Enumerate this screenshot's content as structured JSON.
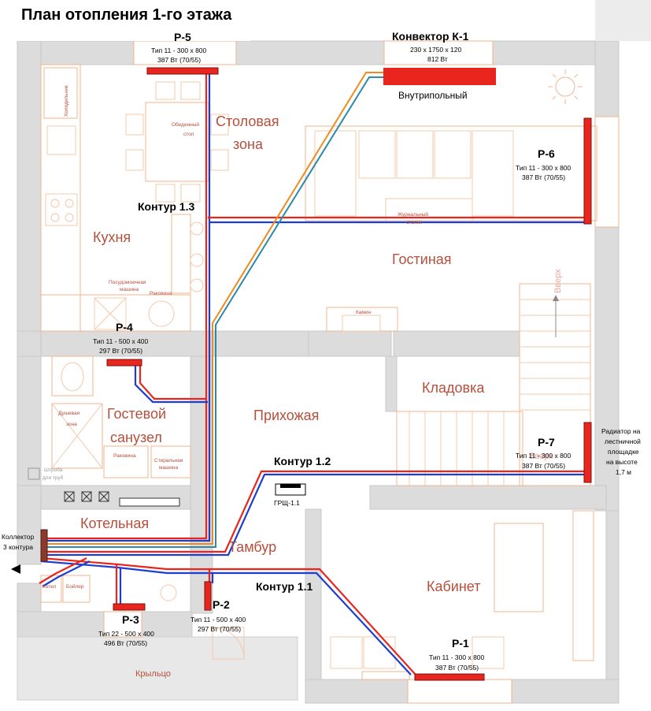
{
  "title": "План отопления 1-го этажа",
  "rooms": {
    "stolovaya": "Столовая",
    "stolovaya2": "зона",
    "kuhnya": "Кухня",
    "gostinaya": "Гостиная",
    "kladovka": "Кладовка",
    "prihozhaya": "Прихожая",
    "gostevoy": "Гостевой",
    "sanuzel": "санузел",
    "kotelnaya": "Котельная",
    "tambur": "Тамбур",
    "kabinet": "Кабинет",
    "kryltso": "Крыльцо"
  },
  "furniture": {
    "holodilnik": "Холодильник",
    "obedenny1": "Обеденный",
    "obedenny2": "стол",
    "posud1": "Посудомоечная",
    "posud2": "машина",
    "rakovina": "Раковина",
    "zhurnal1": "Журнальный",
    "zhurnal2": "столик",
    "kamin": "Камин",
    "vverh": "Вверх",
    "dush1": "Душевая",
    "dush2": "зона",
    "rakovina2": "Раковина",
    "stir1": "Стиральная",
    "stir2": "машина",
    "shtroba1": "Штроба",
    "shtroba2": "для труб",
    "kotel": "Котел",
    "boyler": "Бойлер"
  },
  "radiators": {
    "p5": {
      "name": "Р-5",
      "type": "Тип 11 - 300 х 800",
      "power": "387 Вт (70/55)"
    },
    "k1": {
      "name": "Конвектор К-1",
      "type": "230 х 1750 х 120",
      "power": "812 Вт",
      "note": "Внутрипольный"
    },
    "p6": {
      "name": "Р-6",
      "type": "Тип 11 - 300 х 800",
      "power": "387 Вт (70/55)"
    },
    "p4": {
      "name": "Р-4",
      "type": "Тип 11 - 500 х 400",
      "power": "297 Вт (70/55)"
    },
    "p7": {
      "name": "Р-7",
      "type": "Тип 11 - 300 х 800",
      "power": "387 Вт (70/55)",
      "note1": "Радиатор на",
      "note2": "лестничной",
      "note3": "площадке",
      "note4": "на высоте",
      "note5": "1,7 м"
    },
    "p3": {
      "name": "Р-3",
      "type": "Тип 22 - 500 х 400",
      "power": "496 Вт (70/55)"
    },
    "p2": {
      "name": "Р-2",
      "type": "Тип 11 - 500 х 400",
      "power": "297 Вт (70/55)"
    },
    "p1": {
      "name": "Р-1",
      "type": "Тип 11 - 300 х 800",
      "power": "387 Вт (70/55)"
    }
  },
  "circuits": {
    "c13": "Контур 1.3",
    "c12": "Контур 1.2",
    "c11": "Контур 1.1"
  },
  "equipment": {
    "grsh": "ГРЩ-1.1",
    "collector1": "Коллектор",
    "collector2": "3 контура"
  },
  "colors": {
    "supply": "#e8261e",
    "return": "#1e3ecf",
    "floor_supply": "#f08a1e",
    "floor_return": "#2a8aa8",
    "radiator": "#e8261e",
    "room_text": "#b4503c",
    "wall": "#dcdcdc"
  }
}
